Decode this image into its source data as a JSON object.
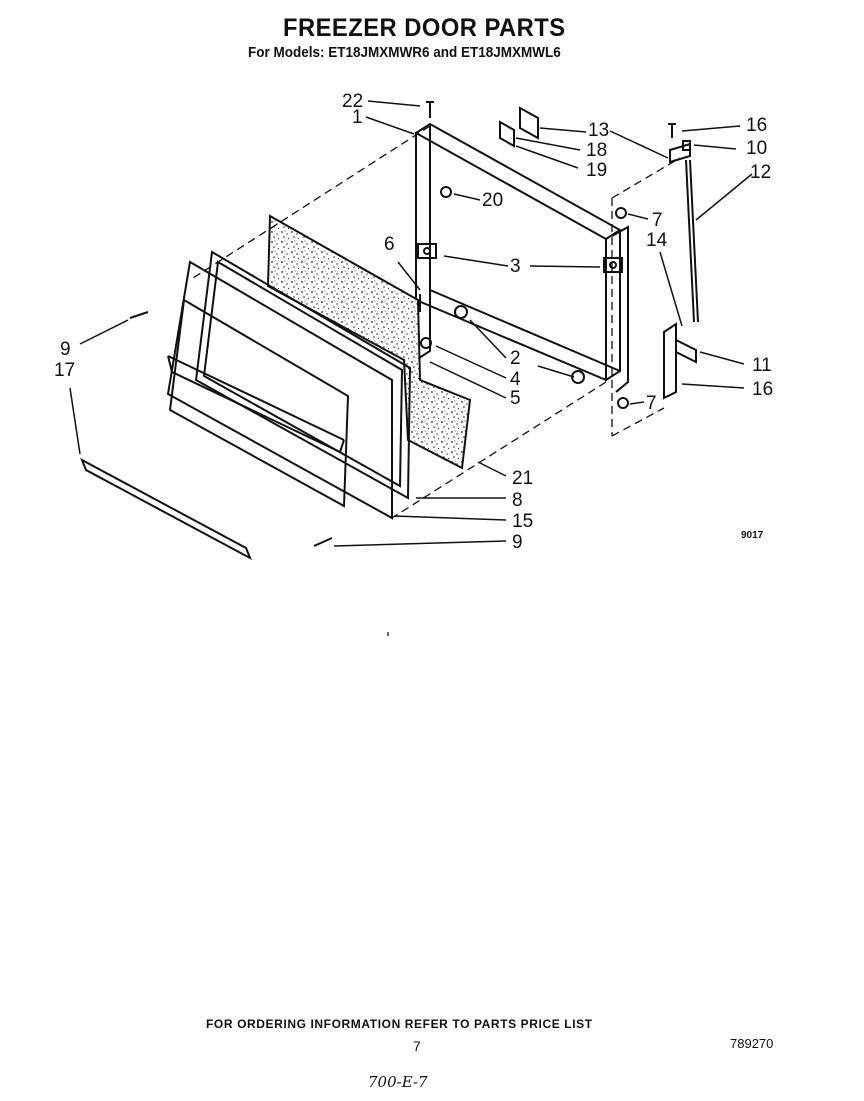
{
  "header": {
    "title": "FREEZER DOOR PARTS",
    "subtitle": "For Models: ET18JMXMWR6 and ET18JMXMWL6"
  },
  "diagram": {
    "figure_code": "9017",
    "callouts": [
      "22",
      "1",
      "13",
      "16",
      "18",
      "10",
      "19",
      "12",
      "20",
      "7",
      "6",
      "14",
      "3",
      "9",
      "17",
      "2",
      "4",
      "5",
      "11",
      "16",
      "7",
      "21",
      "8",
      "15",
      "9"
    ]
  },
  "footer": {
    "ordering_note": "FOR ORDERING INFORMATION REFER TO PARTS PRICE LIST",
    "page_number": "7",
    "doc_number": "789270",
    "handwritten_code": "700-E-7"
  }
}
